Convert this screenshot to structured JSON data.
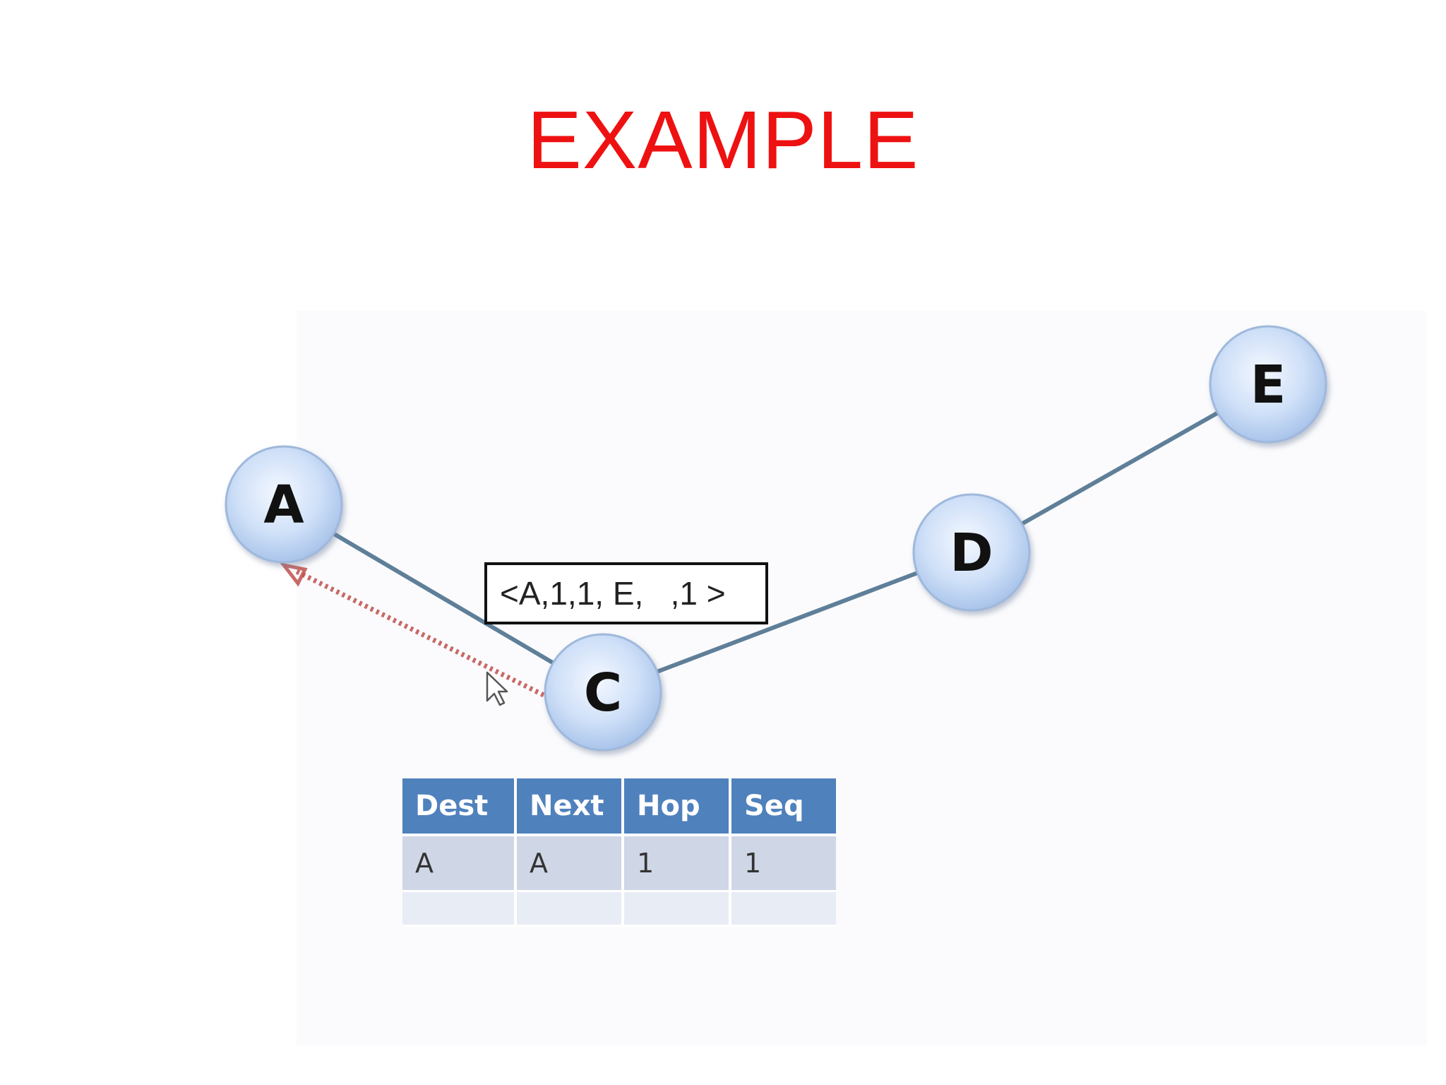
{
  "title": "EXAMPLE",
  "colors": {
    "title": "#ee1111",
    "node_fill": "#c9dcf7",
    "link": "#5f7f99",
    "rreq_arrow": "#c0504d",
    "table_header": "#4f81bd"
  },
  "nodes": [
    {
      "id": "A",
      "label": "A"
    },
    {
      "id": "C",
      "label": "C"
    },
    {
      "id": "D",
      "label": "D"
    },
    {
      "id": "E",
      "label": "E"
    }
  ],
  "links": [
    [
      "A",
      "C"
    ],
    [
      "C",
      "D"
    ],
    [
      "D",
      "E"
    ]
  ],
  "message": {
    "from": "C",
    "to": "A",
    "text": "<A,1,1, E,   ,1 >"
  },
  "cursor_icon": "mouse-pointer-icon",
  "route_table": {
    "headers": [
      "Dest",
      "Next",
      "Hop",
      "Seq"
    ],
    "rows": [
      [
        "A",
        "A",
        "1",
        "1"
      ],
      [
        "",
        "",
        "",
        ""
      ]
    ]
  }
}
